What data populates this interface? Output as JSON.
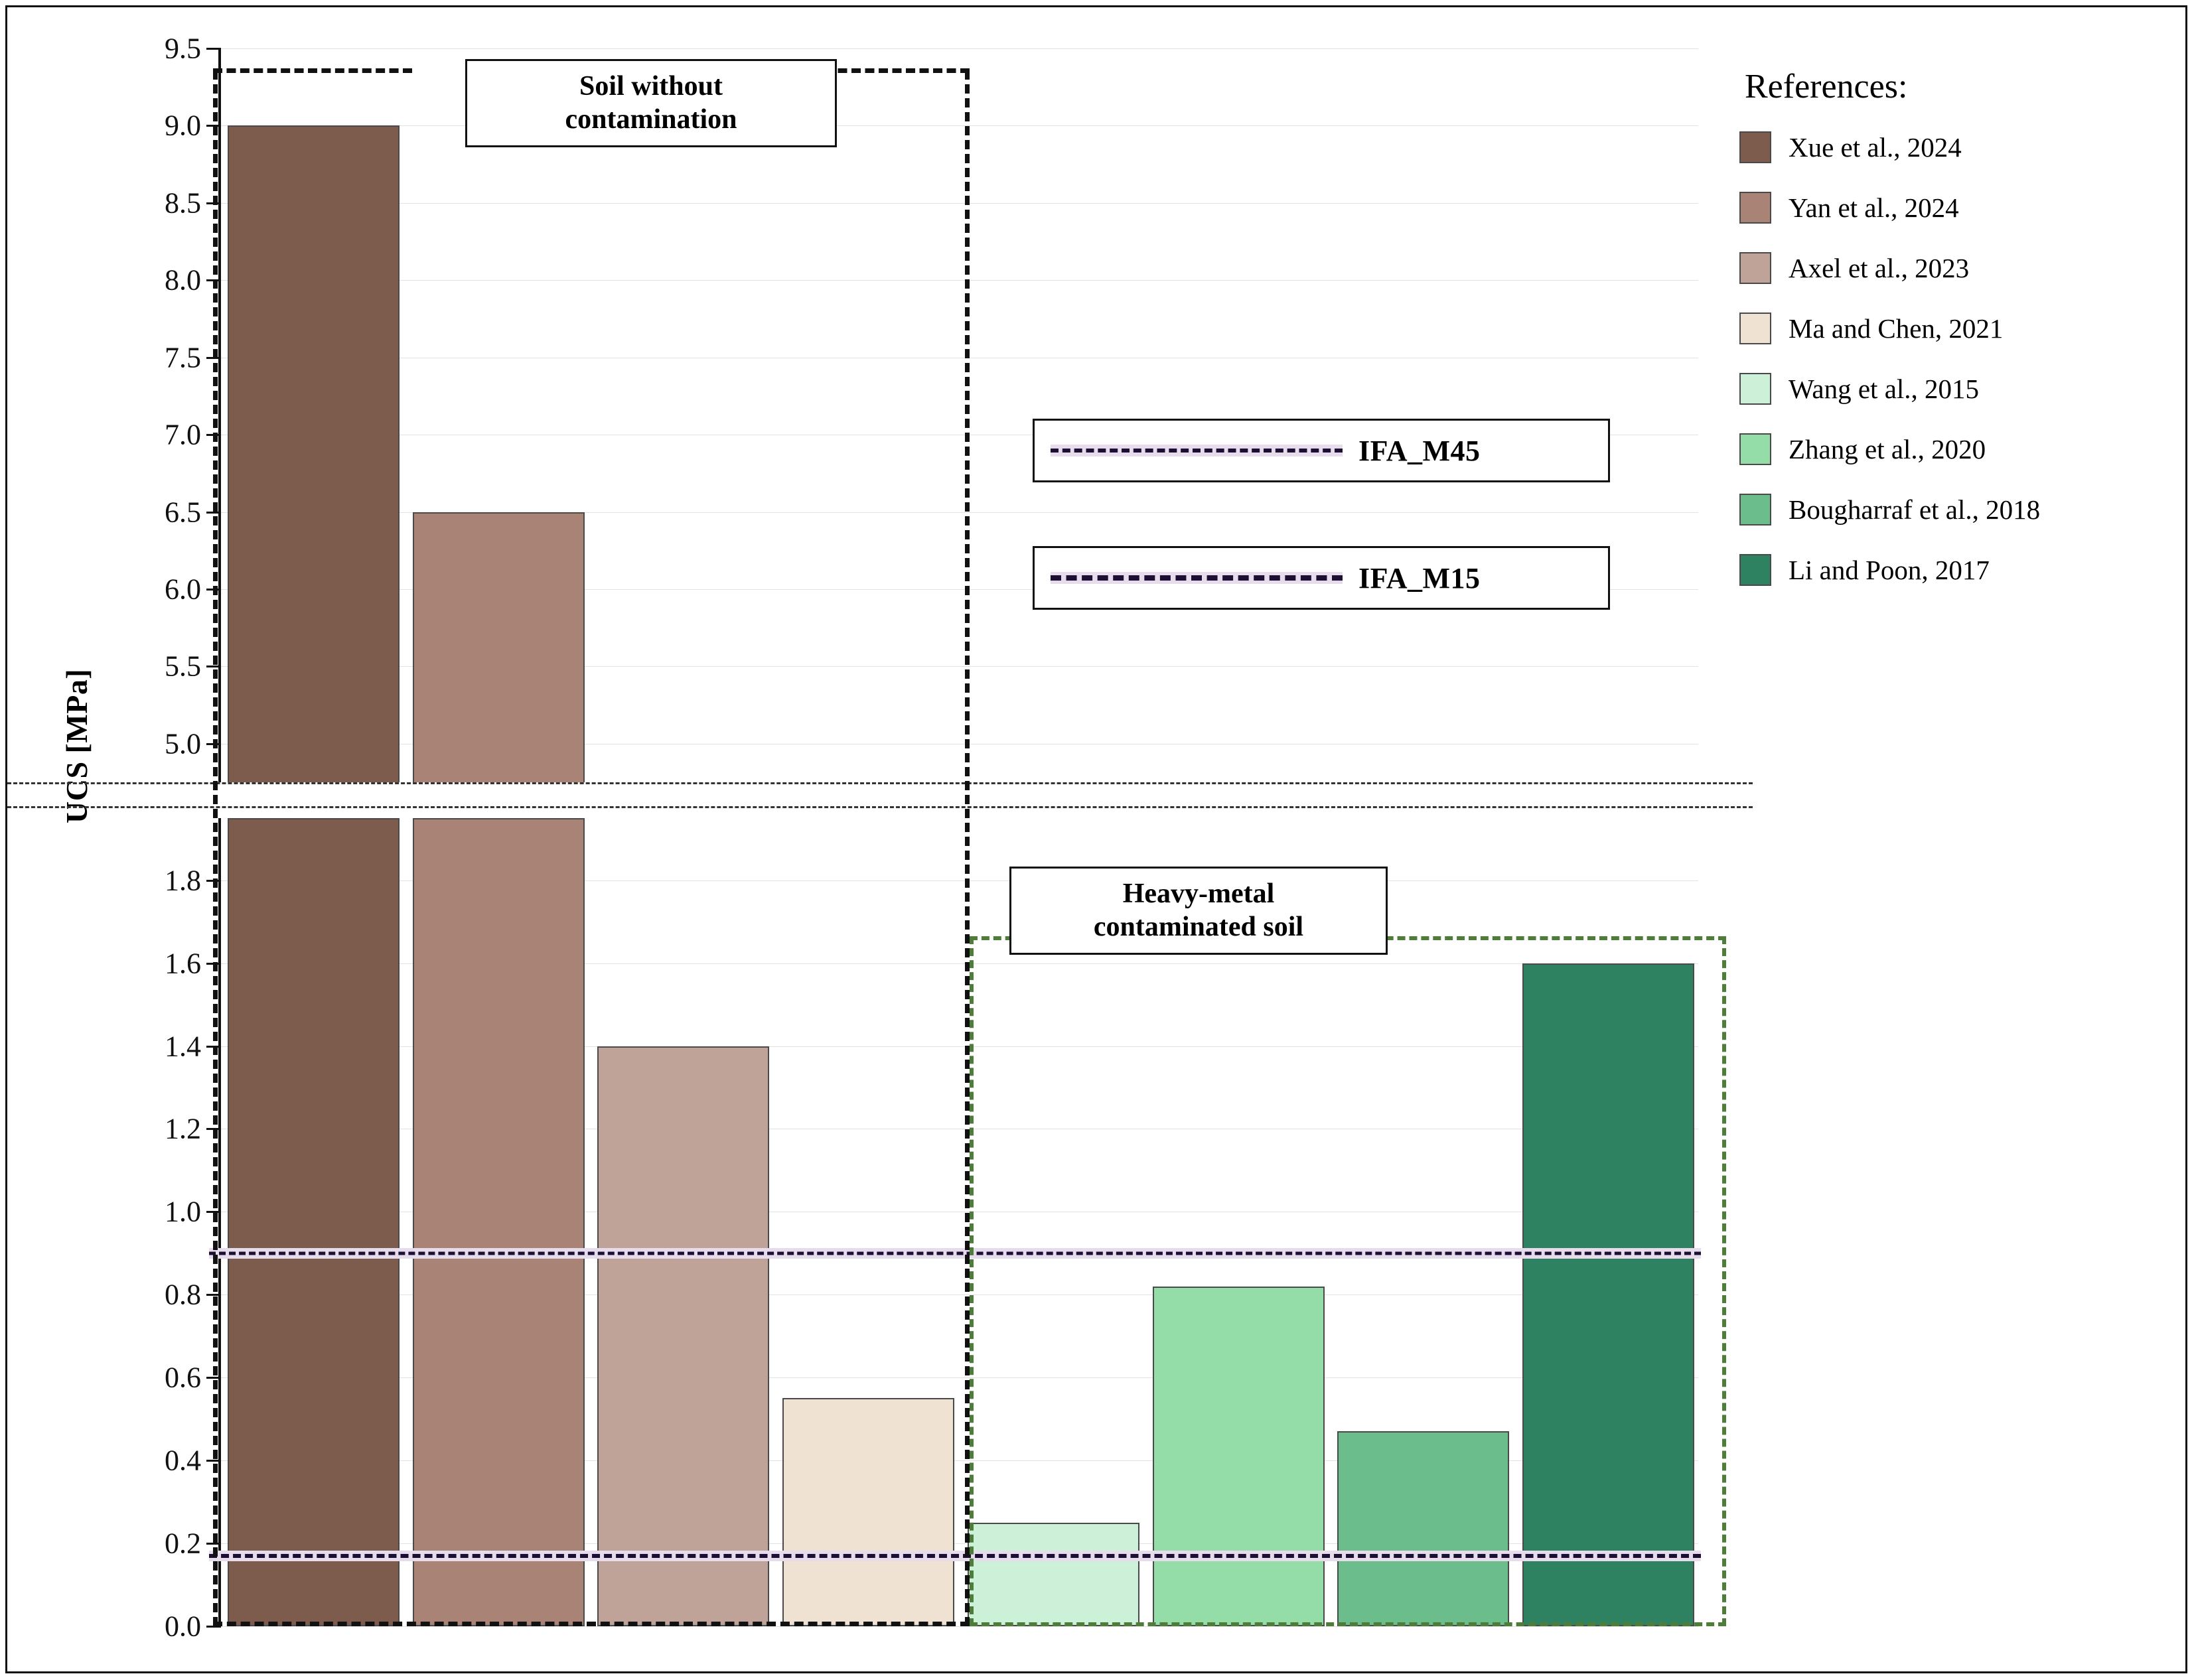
{
  "chart_data": {
    "type": "bar",
    "title": "",
    "xlabel": "",
    "ylabel": "UCS [MPa]",
    "broken_axis": true,
    "axes": [
      {
        "name": "upper",
        "ylim": [
          4.75,
          9.5
        ],
        "ticks": [
          5.0,
          5.5,
          6.0,
          6.5,
          7.0,
          7.5,
          8.0,
          8.5,
          9.0,
          9.5
        ],
        "ticklabels": [
          "5.0",
          "5.5",
          "6.0",
          "6.5",
          "7.0",
          "7.5",
          "8.0",
          "8.5",
          "9.0",
          "9.5"
        ]
      },
      {
        "name": "lower",
        "ylim": [
          0.0,
          1.95
        ],
        "ticks": [
          0.0,
          0.2,
          0.4,
          0.6,
          0.8,
          1.0,
          1.2,
          1.4,
          1.6,
          1.8
        ],
        "ticklabels": [
          "0.0",
          "0.2",
          "0.4",
          "0.6",
          "0.8",
          "1.0",
          "1.2",
          "1.4",
          "1.6",
          "1.8"
        ]
      }
    ],
    "categories": [
      "Xue et al., 2024",
      "Yan et al., 2024",
      "Axel et al., 2023",
      "Ma and Chen, 2021",
      "Wang et al., 2015",
      "Zhang et al., 2020",
      "Bougharraf et al., 2018",
      "Li and Poon, 2017"
    ],
    "values": [
      9.0,
      6.5,
      1.4,
      0.55,
      0.25,
      0.82,
      0.47,
      1.6
    ],
    "colors": [
      "#7d5c4e",
      "#a98376",
      "#c0a398",
      "#f0e2d3",
      "#cdf0d9",
      "#94dda8",
      "#6bbd8c",
      "#2f8261"
    ],
    "groups": [
      {
        "label": "Soil without\ncontamination",
        "members": [
          "Xue et al., 2024",
          "Yan et al., 2024",
          "Axel et al., 2023",
          "Ma and Chen, 2021"
        ],
        "style": "black-dashed"
      },
      {
        "label": "Heavy-metal\ncontaminated soil",
        "members": [
          "Wang et al., 2015",
          "Zhang et al., 2020",
          "Bougharraf et al., 2018",
          "Li and Poon, 2017"
        ],
        "style": "green-dashdot"
      }
    ],
    "reference_lines": [
      {
        "name": "IFA_M45",
        "value": 0.9,
        "style": "dash-dot",
        "color": "#1b1033",
        "band": "#e6dcec"
      },
      {
        "name": "IFA_M15",
        "value": 0.17,
        "style": "dashed",
        "color": "#1b1033",
        "band": "#e6dcec"
      }
    ],
    "grid": true,
    "legend_position": "right"
  },
  "labels": {
    "ylabel": "UCS [MPa]",
    "group_clean_line1": "Soil without",
    "group_clean_line2": "contamination",
    "group_contam_line1": "Heavy-metal",
    "group_contam_line2": "contaminated soil",
    "ifa_m45": "IFA_M45",
    "ifa_m15": "IFA_M15"
  },
  "references": {
    "title": "References:",
    "items": [
      {
        "label": "Xue et al., 2024",
        "color": "#7d5c4e"
      },
      {
        "label": "Yan et al., 2024",
        "color": "#a98376"
      },
      {
        "label": "Axel et al., 2023",
        "color": "#c0a398"
      },
      {
        "label": "Ma and Chen, 2021",
        "color": "#f0e2d3"
      },
      {
        "label": "Wang et al., 2015",
        "color": "#cdf0d9"
      },
      {
        "label": "Zhang et al., 2020",
        "color": "#94dda8"
      },
      {
        "label": "Bougharraf et al., 2018",
        "color": "#6bbd8c"
      },
      {
        "label": "Li and Poon, 2017",
        "color": "#2f8261"
      }
    ]
  },
  "ticks_upper": [
    "9.5",
    "9.0",
    "8.5",
    "8.0",
    "7.5",
    "7.0",
    "6.5",
    "6.0",
    "5.5",
    "5.0"
  ],
  "ticks_lower": [
    "1.8",
    "1.6",
    "1.4",
    "1.2",
    "1.0",
    "0.8",
    "0.6",
    "0.4",
    "0.2",
    "0.0"
  ]
}
